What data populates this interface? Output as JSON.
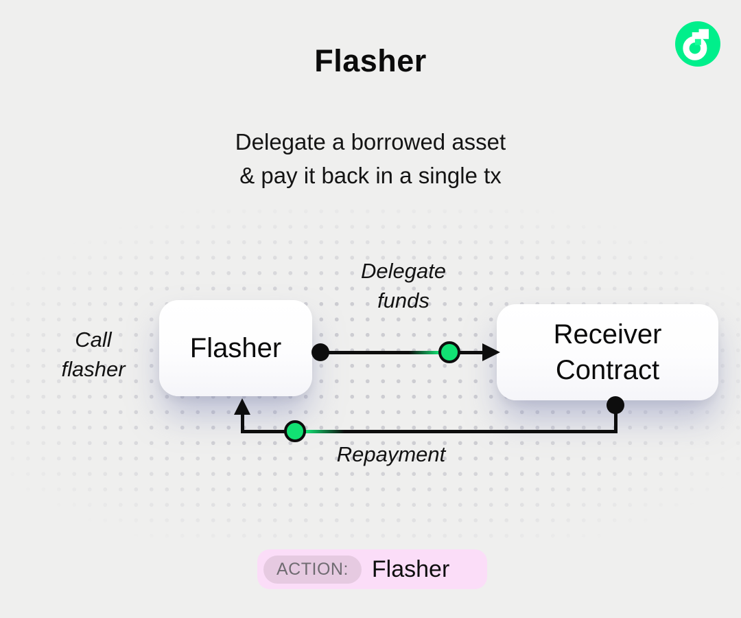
{
  "theme": {
    "bg": "#EFEFEE",
    "accent_green": "#12E173",
    "logo_green": "#00EF8B",
    "logo_green_light": "#16FF99",
    "pill_pink": "#FBDDF8",
    "badge_bg": "#E6CAE1"
  },
  "page": {
    "title": "Flasher",
    "subtitle": "Delegate a borrowed asset\n& pay it back in a single tx"
  },
  "logo": {
    "name": "flow-logo"
  },
  "diagram": {
    "side_label": "Call\nflasher",
    "nodes": [
      {
        "id": "flasher",
        "label": "Flasher"
      },
      {
        "id": "receiver",
        "label": "Receiver\nContract"
      }
    ],
    "edges": [
      {
        "id": "delegate",
        "label": "Delegate\nfunds",
        "from": "Flasher",
        "to": "Receiver Contract"
      },
      {
        "id": "repayment",
        "label": "Repayment",
        "from": "Receiver Contract",
        "to": "Flasher"
      }
    ]
  },
  "action_bar": {
    "badge": "ACTION:",
    "value": "Flasher"
  }
}
